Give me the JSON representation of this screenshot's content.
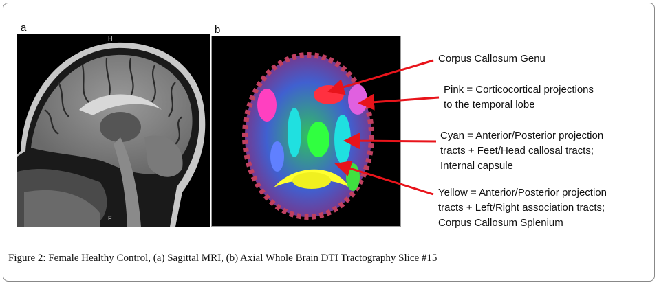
{
  "figure": {
    "panel_a_label": "a",
    "panel_b_label": "b",
    "mri_top_marker": "H",
    "mri_bottom_marker": "F",
    "annotations": [
      {
        "lines": [
          "Corpus Callosum Genu"
        ]
      },
      {
        "lines": [
          "Pink = Corticocortical projections",
          "to the temporal lobe"
        ]
      },
      {
        "lines": [
          "Cyan = Anterior/Posterior projection",
          "tracts + Feet/Head callosal tracts;",
          "Internal capsule"
        ]
      },
      {
        "lines": [
          "Yellow = Anterior/Posterior projection",
          "tracts + Left/Right association tracts;",
          "Corpus Callosum Splenium"
        ]
      }
    ],
    "arrow_color": "#e8141b",
    "caption_label": "Figure 2:",
    "caption_text": " Female Healthy Control, (a) Sagittal MRI, (b) Axial Whole Brain DTI Tractography Slice #15"
  }
}
